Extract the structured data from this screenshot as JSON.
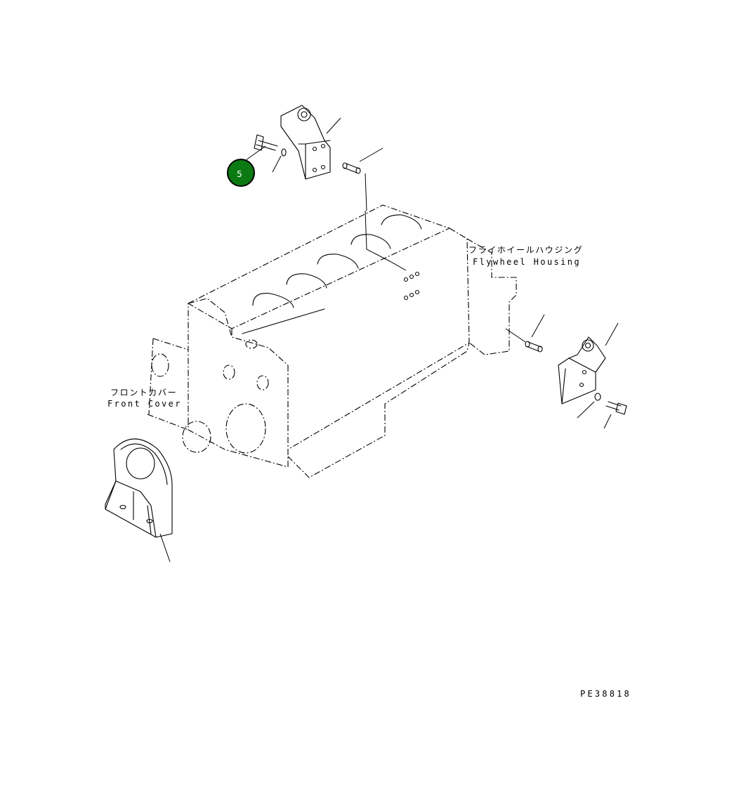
{
  "labels": {
    "flywheel_housing_jp": "フライホイールハウジング",
    "flywheel_housing_en": "Flywheel Housing",
    "front_cover_jp": "フロントカバー",
    "front_cover_en": "Front Cover"
  },
  "callouts": [
    {
      "number": "5",
      "color": "#0b7a12"
    }
  ],
  "drawing_code": "PE38818"
}
